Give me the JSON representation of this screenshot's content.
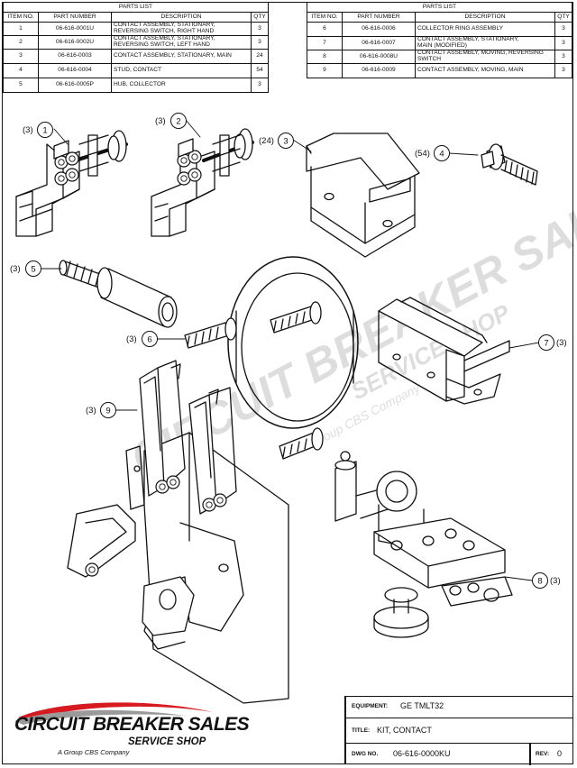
{
  "parts_list_left": {
    "caption": "PARTS LIST",
    "headers": [
      "ITEM NO.",
      "PART NUMBER",
      "DESCRIPTION",
      "QTY"
    ],
    "rows": [
      {
        "item": "1",
        "part": "06-616-0001U",
        "desc1": "CONTACT ASSEMBLY, STATIONARY,",
        "desc2": "REVERSING SWITCH, RIGHT HAND",
        "qty": "3"
      },
      {
        "item": "2",
        "part": "06-616-0002U",
        "desc1": "CONTACT ASSEMBLY, STATIONARY,",
        "desc2": "REVERSING SWITCH, LEFT HAND",
        "qty": "3"
      },
      {
        "item": "3",
        "part": "06-616-0003",
        "desc1": "CONTACT ASSEMBLY, STATIONARY, MAIN",
        "desc2": "",
        "qty": "24"
      },
      {
        "item": "4",
        "part": "06-616-0004",
        "desc1": "STUD, CONTACT",
        "desc2": "",
        "qty": "54"
      },
      {
        "item": "5",
        "part": "06-616-0005P",
        "desc1": "HUB, COLLECTOR",
        "desc2": "",
        "qty": "3"
      }
    ]
  },
  "parts_list_right": {
    "caption": "PARTS LIST",
    "headers": [
      "ITEM NO.",
      "PART NUMBER",
      "DESCRIPTION",
      "QTY"
    ],
    "rows": [
      {
        "item": "6",
        "part": "06-616-0006",
        "desc1": "COLLECTOR RING ASSEMBLY",
        "desc2": "",
        "qty": "3"
      },
      {
        "item": "7",
        "part": "06-616-0007",
        "desc1": "CONTACT ASSEMBLY, STATIONARY,",
        "desc2": "MAIN (MODIFIED)",
        "qty": "3"
      },
      {
        "item": "8",
        "part": "06-616-0008U",
        "desc1": "CONTACT ASSEMBLY, MOVING, REVERSING",
        "desc2": "SWITCH",
        "qty": "3"
      },
      {
        "item": "9",
        "part": "06-616-0009",
        "desc1": "CONTACT ASSEMBLY, MOVING, MAIN",
        "desc2": "",
        "qty": "3"
      }
    ]
  },
  "callouts": [
    {
      "qty": "(3)",
      "item": "1"
    },
    {
      "qty": "(3)",
      "item": "2"
    },
    {
      "qty": "(24)",
      "item": "3"
    },
    {
      "qty": "(54)",
      "item": "4"
    },
    {
      "qty": "(3)",
      "item": "5"
    },
    {
      "qty": "(3)",
      "item": "6"
    },
    {
      "qty": "(3)",
      "item": "7"
    },
    {
      "qty": "(3)",
      "item": "8"
    },
    {
      "qty": "(3)",
      "item": "9"
    }
  ],
  "title_block": {
    "equipment_label": "EQUIPMENT:",
    "equipment_value": "GE TMLT32",
    "title_label": "TITLE:",
    "title_value": "KIT, CONTACT",
    "dwg_label": "DWG NO.",
    "dwg_value": "06-616-0000KU",
    "rev_label": "REV:",
    "rev_value": "0"
  },
  "logo": {
    "main": "CIRCUIT BREAKER SALES",
    "sub": "SERVICE SHOP",
    "tagline": "A Group CBS Company",
    "accent_color": "#d71920"
  },
  "watermark": {
    "main": "CIRCUIT BREAKER SALES",
    "sub": "SERVICE SHOP",
    "tagline": "A Group CBS Company"
  }
}
